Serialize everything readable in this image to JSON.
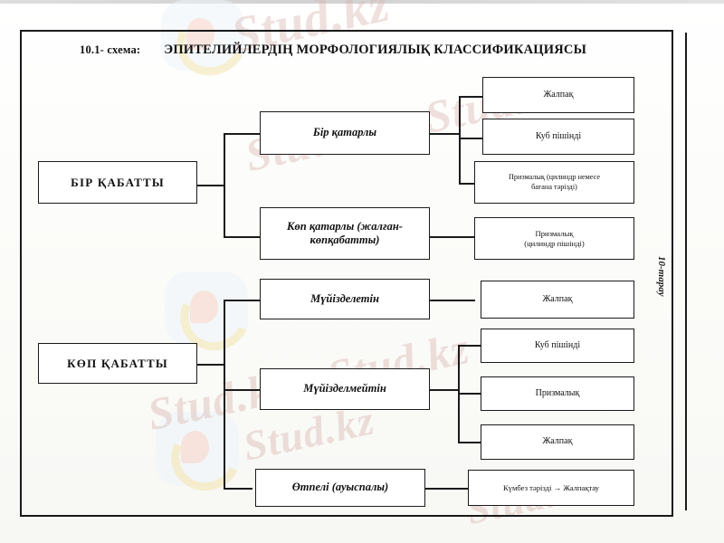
{
  "document": {
    "title_number": "10.1- схема:",
    "title_main": "ЭПИТЕЛИЙЛЕРДІҢ МОРФОЛОГИЯЛЫҚ КЛАССИФИКАЦИЯСЫ",
    "margin_note": "10-тарау"
  },
  "watermarks": [
    {
      "text": "Stud.kz"
    },
    {
      "text": "Stud.kz - Stud.kz"
    },
    {
      "text": "Stud.kz - Stud.kz"
    },
    {
      "text": "Stud.kz"
    },
    {
      "text": "Stud.kz"
    }
  ],
  "diagram": {
    "type": "hierarchy-tree",
    "level1": [
      {
        "id": "single-layer",
        "label": "БІР ҚАБАТТЫ"
      },
      {
        "id": "multi-layer",
        "label": "КӨП ҚАБАТТЫ"
      }
    ],
    "level2": [
      {
        "id": "single-row",
        "parent": "single-layer",
        "label": "Бір қатарлы"
      },
      {
        "id": "multi-row",
        "parent": "single-layer",
        "label": "Көп қатарлы (жалған-\nкөпқабатты)"
      },
      {
        "id": "keratinized",
        "parent": "multi-layer",
        "label": "Мүйізделетін"
      },
      {
        "id": "non-keratinized",
        "parent": "multi-layer",
        "label": "Мүйізделмейтін"
      },
      {
        "id": "transitional",
        "parent": "multi-layer",
        "label": "Өтпелі (ауыспалы)"
      }
    ],
    "level3": [
      {
        "id": "sq-1",
        "parent": "single-row",
        "label": "Жалпақ"
      },
      {
        "id": "cub-1",
        "parent": "single-row",
        "label": "Куб пішінді"
      },
      {
        "id": "prism-1",
        "parent": "single-row",
        "label": "Призмалық (цилиндр немесе\nбағана тәрізді)"
      },
      {
        "id": "prism-2",
        "parent": "multi-row",
        "label": "Призмалық\n(цилиндр пішінді)"
      },
      {
        "id": "sq-2",
        "parent": "keratinized",
        "label": "Жалпақ"
      },
      {
        "id": "cub-2",
        "parent": "non-keratinized",
        "label": "Куб пішінді"
      },
      {
        "id": "prism-3",
        "parent": "non-keratinized",
        "label": "Призмалық"
      },
      {
        "id": "sq-3",
        "parent": "non-keratinized",
        "label": "Жалпақ"
      },
      {
        "id": "dome-1",
        "parent": "transitional",
        "label": "Күмбез тәрізді → Жалпақтау"
      }
    ]
  }
}
